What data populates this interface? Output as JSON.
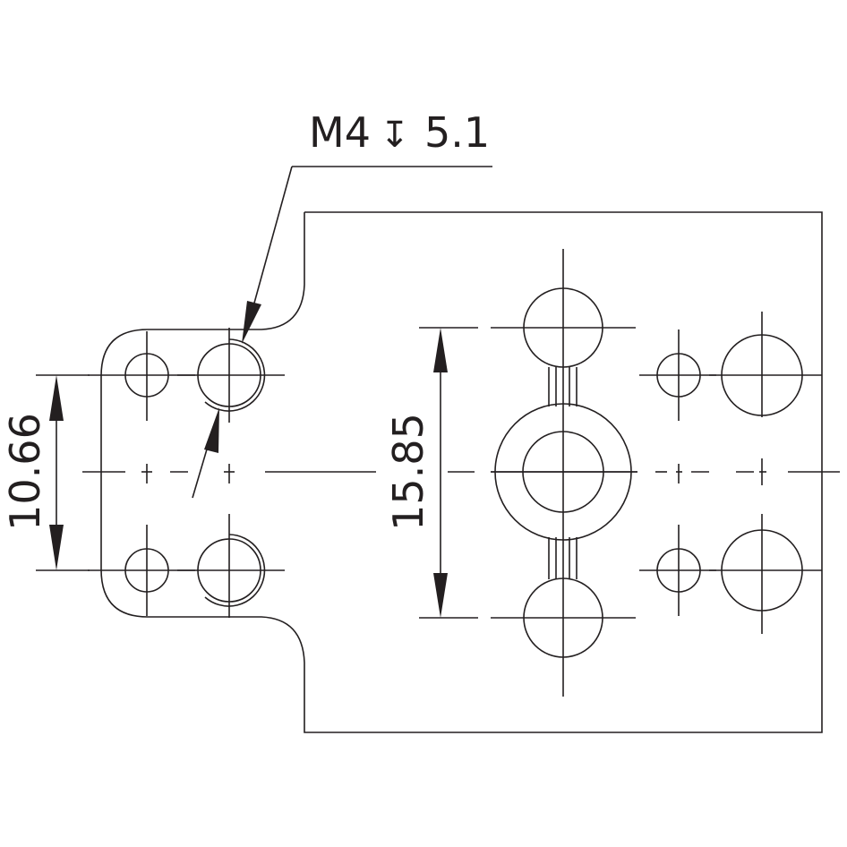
{
  "callout": {
    "thread": "M4",
    "depth_symbol": "↧",
    "depth": "5.1"
  },
  "dimensions": {
    "left_pitch": "10.66",
    "center_pitch": "15.85"
  },
  "colors": {
    "line": "#231f20",
    "background": "#ffffff"
  }
}
